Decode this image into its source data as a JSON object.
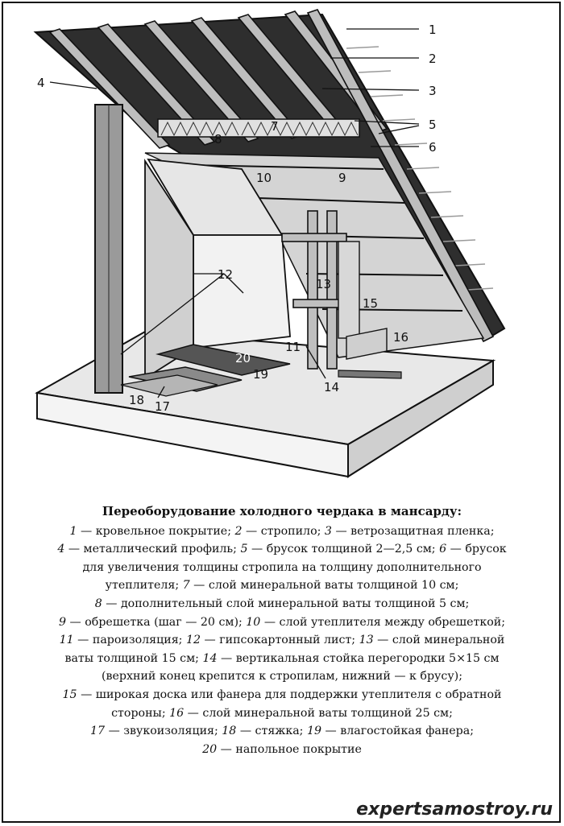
{
  "figure": {
    "callouts": [
      "1",
      "2",
      "3",
      "4",
      "5",
      "6",
      "7",
      "8",
      "9",
      "10",
      "11",
      "12",
      "13",
      "14",
      "15",
      "16",
      "17",
      "18",
      "19",
      "20"
    ]
  },
  "caption": {
    "title": "Переоборудование холодного чердака в мансарду:",
    "lines": [
      [
        {
          "n": "1",
          "t": " — кровельное покрытие; "
        },
        {
          "n": "2",
          "t": " — стропило; "
        },
        {
          "n": "3",
          "t": " — ветрозащитная пленка;"
        }
      ],
      [
        {
          "n": "4",
          "t": " — металлический профиль; "
        },
        {
          "n": "5",
          "t": " — брусок толщиной 2—2,5 см; "
        },
        {
          "n": "6",
          "t": " — брусок"
        }
      ],
      [
        {
          "n": "",
          "t": "для увеличения толщины стропила на толщину дополнительного"
        }
      ],
      [
        {
          "n": "",
          "t": "утеплителя; "
        },
        {
          "n": "7",
          "t": " — слой минеральной ваты толщиной 10 см;"
        }
      ],
      [
        {
          "n": "8",
          "t": " — дополнительный слой минеральной ваты толщиной 5 см;"
        }
      ],
      [
        {
          "n": "9",
          "t": " — обрешетка (шаг — 20 см); "
        },
        {
          "n": "10",
          "t": " — слой утеплителя между обрешеткой;"
        }
      ],
      [
        {
          "n": "11",
          "t": " — пароизоляция; "
        },
        {
          "n": "12",
          "t": " — гипсокартонный лист; "
        },
        {
          "n": "13",
          "t": " — слой минеральной"
        }
      ],
      [
        {
          "n": "",
          "t": "ваты толщиной 15 см; "
        },
        {
          "n": "14",
          "t": " — вертикальная стойка перегородки 5×15 см"
        }
      ],
      [
        {
          "n": "",
          "t": "(верхний конец крепится к стропилам, нижний — к брусу);"
        }
      ],
      [
        {
          "n": "15",
          "t": " — широкая доска или фанера для поддержки утеплителя с обратной"
        }
      ],
      [
        {
          "n": "",
          "t": "стороны; "
        },
        {
          "n": "16",
          "t": " — слой минеральной ваты толщиной 25 см;"
        }
      ],
      [
        {
          "n": "17",
          "t": " — звукоизоляция; "
        },
        {
          "n": "18",
          "t": " — стяжка; "
        },
        {
          "n": "19",
          "t": " — влагостойкая фанера;"
        }
      ],
      [
        {
          "n": "20",
          "t": " — напольное покрытие"
        }
      ]
    ]
  },
  "watermark": "expertsamostroy.ru",
  "colors": {
    "ink": "#111111",
    "roof": "#2a2a2a",
    "paper": "#ffffff",
    "panel": "#d8d8d8"
  }
}
